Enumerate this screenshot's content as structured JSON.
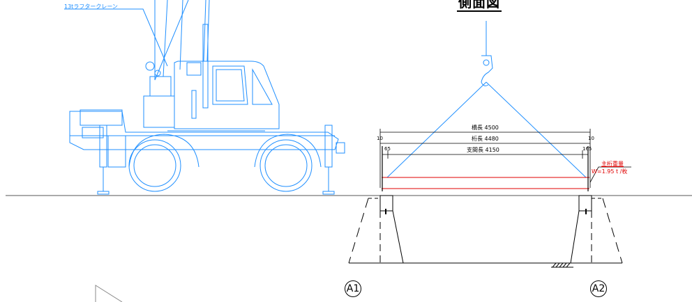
{
  "view_title": "側面図",
  "crane_label": "13tラフタークレーン",
  "dimensions": {
    "bridge_length": "橋長 4500",
    "girder_length": "桁長 4480",
    "span_length": "支間長 4150",
    "left_offset_10": "10",
    "left_offset_65": "65",
    "right_offset_10": "10",
    "right_offset_65": "165"
  },
  "girder_weight": {
    "title": "主桁重量",
    "value": "W=1.95 t /枚"
  },
  "abutments": {
    "left": "A1",
    "right": "A2"
  },
  "colors": {
    "crane": "#1f8fff",
    "girder": "#e00000",
    "structure": "#000000"
  }
}
